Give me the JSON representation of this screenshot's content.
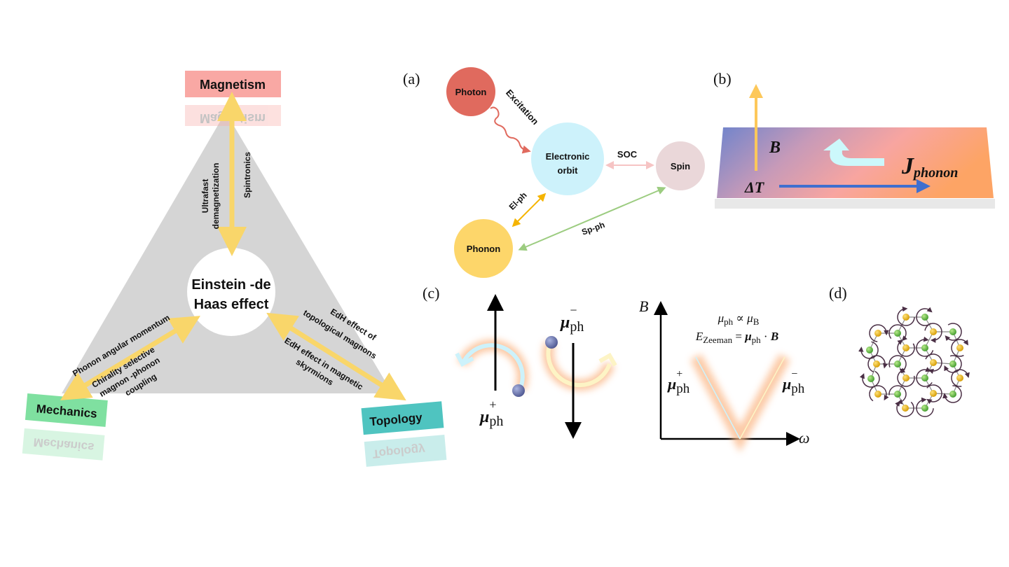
{
  "left_diagram": {
    "center": {
      "line1": "Einstein -de",
      "line2": "Haas effect"
    },
    "nodes": {
      "magnetism": {
        "label": "Magnetism",
        "color": "#f9a8a4"
      },
      "mechanics": {
        "label": "Mechanics",
        "color": "#7fe0a0"
      },
      "topology": {
        "label": "Topology",
        "color": "#4fc4c0"
      }
    },
    "links": {
      "magnetism_left": [
        "Ultrafast",
        "demagnetization"
      ],
      "magnetism_right": "Spintronics",
      "mechanics_top": "Phonon angular momentum",
      "mechanics_bottom": [
        "Chirality selective",
        "magnon -phonon",
        "coupling"
      ],
      "topology_top": [
        "EdH effect of",
        "topological magnons"
      ],
      "topology_bottom": [
        "EdH effect in magnetic",
        "skyrmions"
      ]
    },
    "arrow_color": "#f9d66a",
    "triangle_color": "#d5d5d5"
  },
  "panel_a": {
    "label": "(a)",
    "nodes": {
      "photon": {
        "label": "Photon",
        "color": "#e06a5e"
      },
      "electronic_orbit": {
        "line1": "Electronic",
        "line2": "orbit",
        "color": "#cdf2fb"
      },
      "spin": {
        "label": "Spin",
        "color": "#ead7d9"
      },
      "phonon": {
        "label": "Phonon",
        "color": "#fdd66a"
      }
    },
    "links": {
      "excitation": "Excitation",
      "soc": "SOC",
      "el_ph": "El-ph",
      "sp_ph": "Sp-ph"
    }
  },
  "panel_b": {
    "label": "(b)",
    "B": "B",
    "delta_T": "ΔT",
    "J": "J",
    "J_sub": "phonon"
  },
  "panel_c": {
    "label": "(c)",
    "mu": "μ",
    "sub": "ph",
    "plus": "+",
    "minus": "−",
    "axis_y": "B",
    "axis_x": "ω",
    "eq1": {
      "a": "μ",
      "a_sub": "ph",
      "rel": " ∝ ",
      "b": "μ",
      "b_sub": "B"
    },
    "eq2": {
      "a": "E",
      "a_sub": "Zeeman",
      "rel": " = ",
      "b": "μ",
      "b_sub": "ph",
      "dot": " · ",
      "c": "B"
    }
  },
  "panel_d": {
    "label": "(d)"
  }
}
